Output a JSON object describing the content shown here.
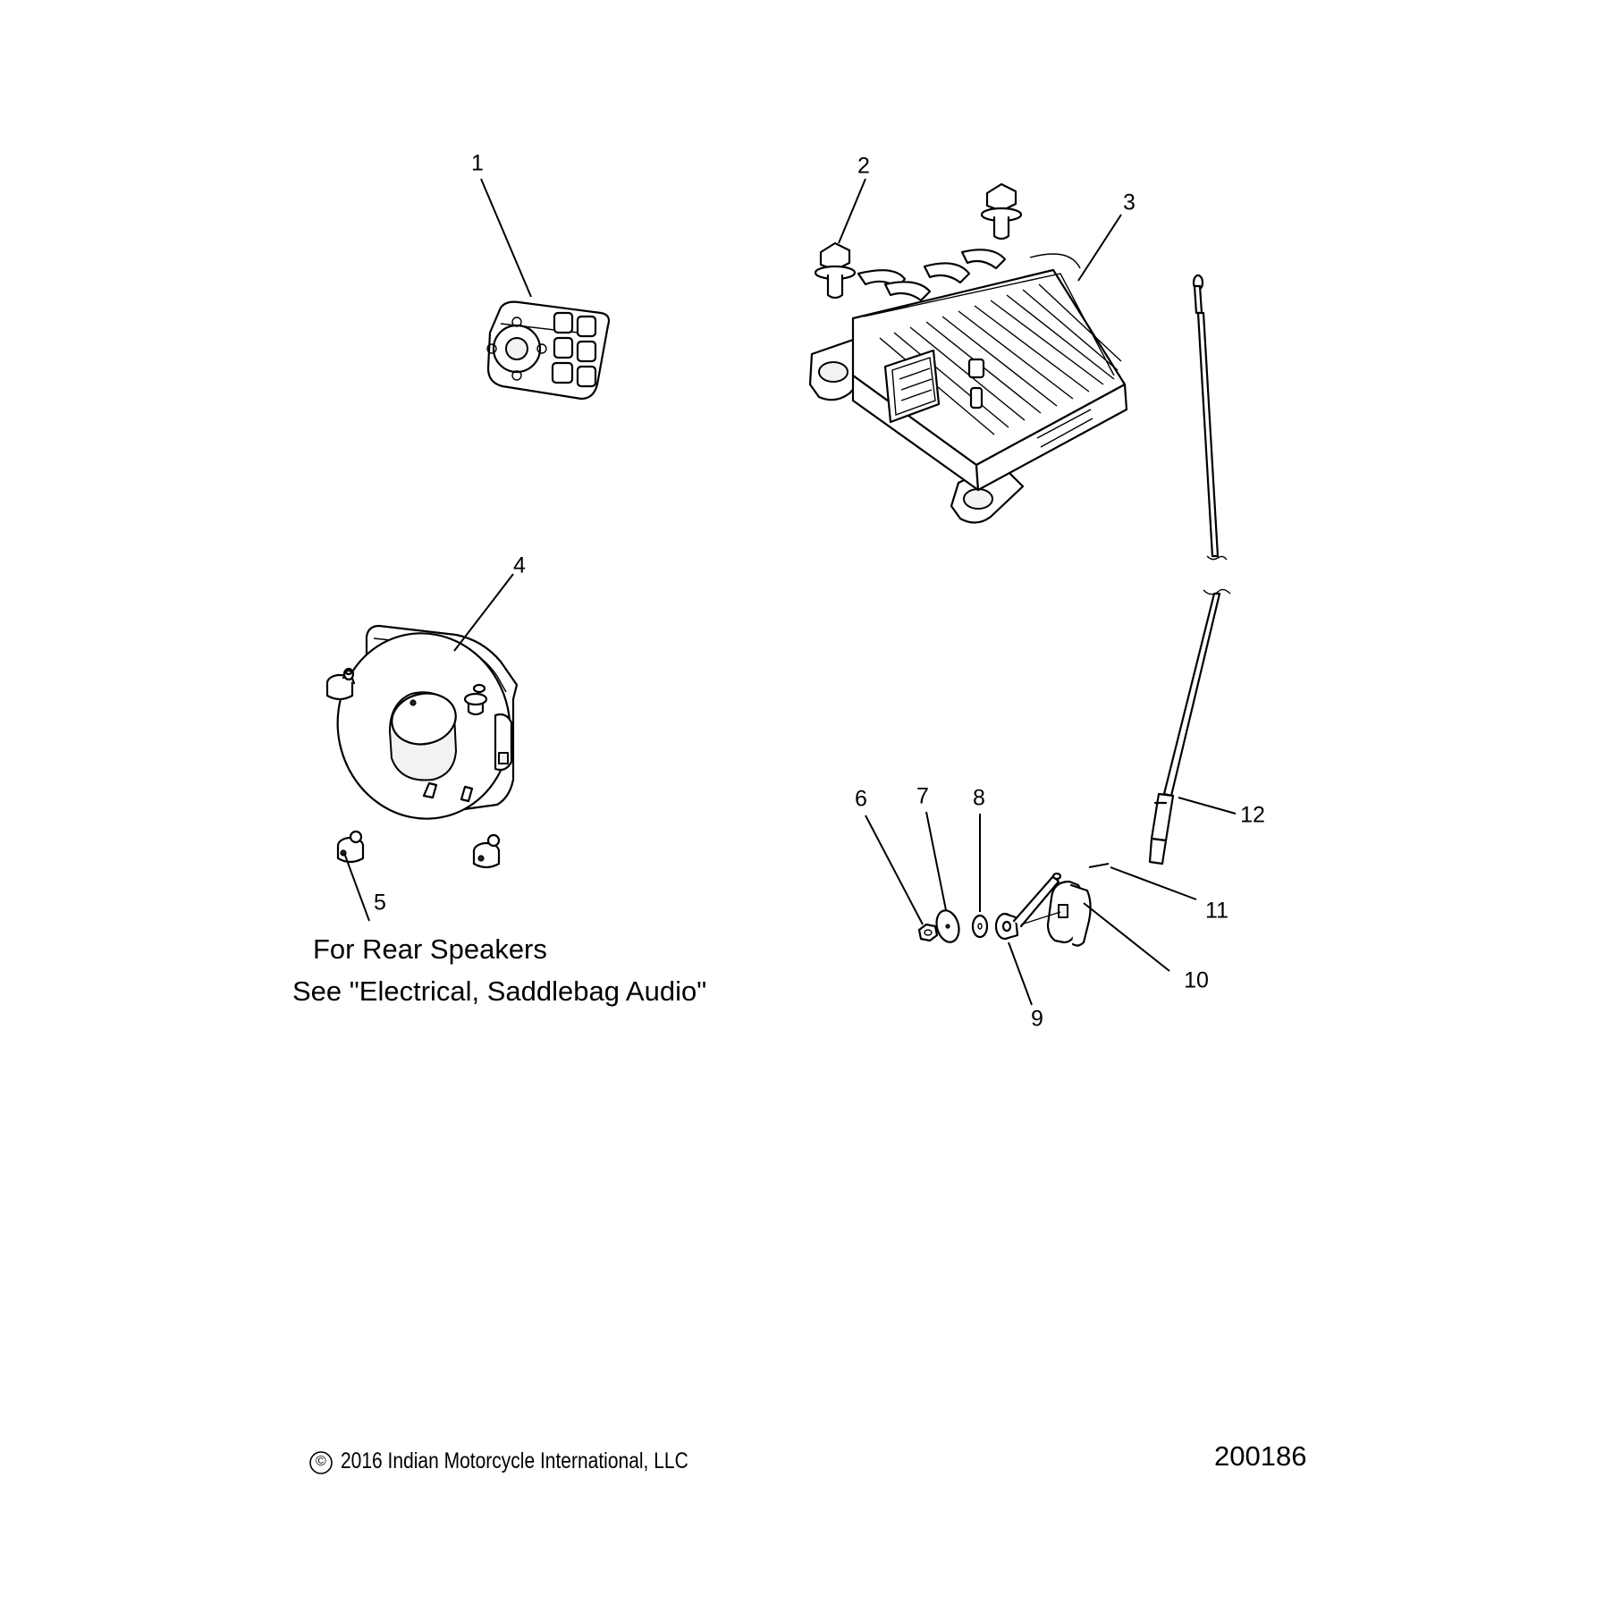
{
  "callouts": [
    {
      "id": "1",
      "label": "1"
    },
    {
      "id": "2",
      "label": "2"
    },
    {
      "id": "3",
      "label": "3"
    },
    {
      "id": "4",
      "label": "4"
    },
    {
      "id": "5",
      "label": "5"
    },
    {
      "id": "6",
      "label": "6"
    },
    {
      "id": "7",
      "label": "7"
    },
    {
      "id": "8",
      "label": "8"
    },
    {
      "id": "9",
      "label": "9"
    },
    {
      "id": "10",
      "label": "10"
    },
    {
      "id": "11",
      "label": "11"
    },
    {
      "id": "12",
      "label": "12"
    }
  ],
  "note": {
    "line1": "For Rear Speakers",
    "line2": "See \"Electrical, Saddlebag Audio\""
  },
  "footer": {
    "copyright_symbol": "©",
    "copyright": "2016 Indian Motorcycle International, LLC",
    "diagram_number": "200186"
  }
}
